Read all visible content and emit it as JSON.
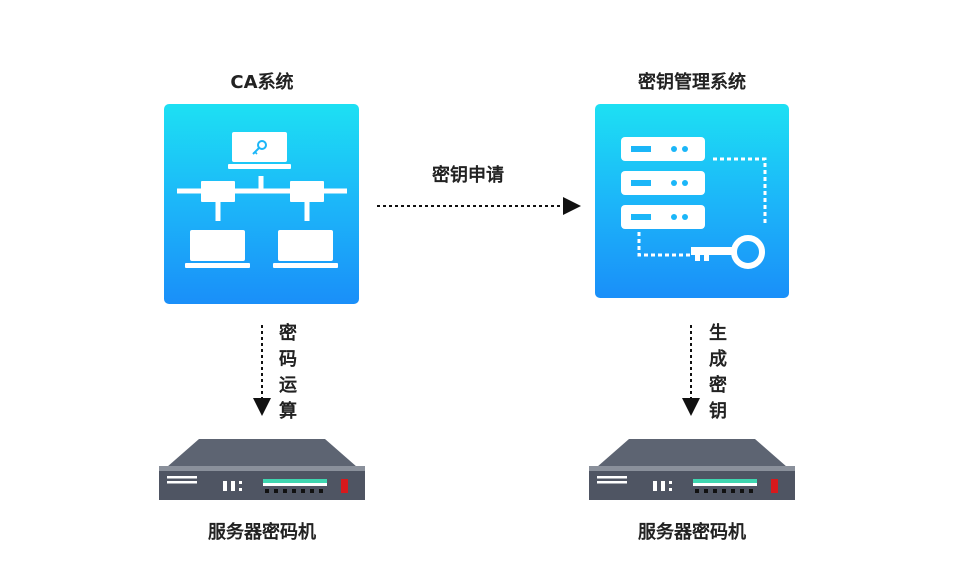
{
  "ca_system": {
    "title": "CA系统",
    "icon": "network-topology-icon"
  },
  "kms": {
    "title": "密钥管理系统",
    "icon": "server-key-icon"
  },
  "flows": {
    "key_request": "密钥申请",
    "crypto_ops": "密码运算",
    "generate_key": "生成密钥"
  },
  "devices": {
    "left": {
      "label": "服务器密码机",
      "icon": "rack-server-icon"
    },
    "right": {
      "label": "服务器密码机",
      "icon": "rack-server-icon"
    }
  },
  "colors": {
    "panel_top": "#1de0f3",
    "panel_bottom": "#1a8ff9",
    "device_body": "#5a606e",
    "arrow": "#111111"
  }
}
